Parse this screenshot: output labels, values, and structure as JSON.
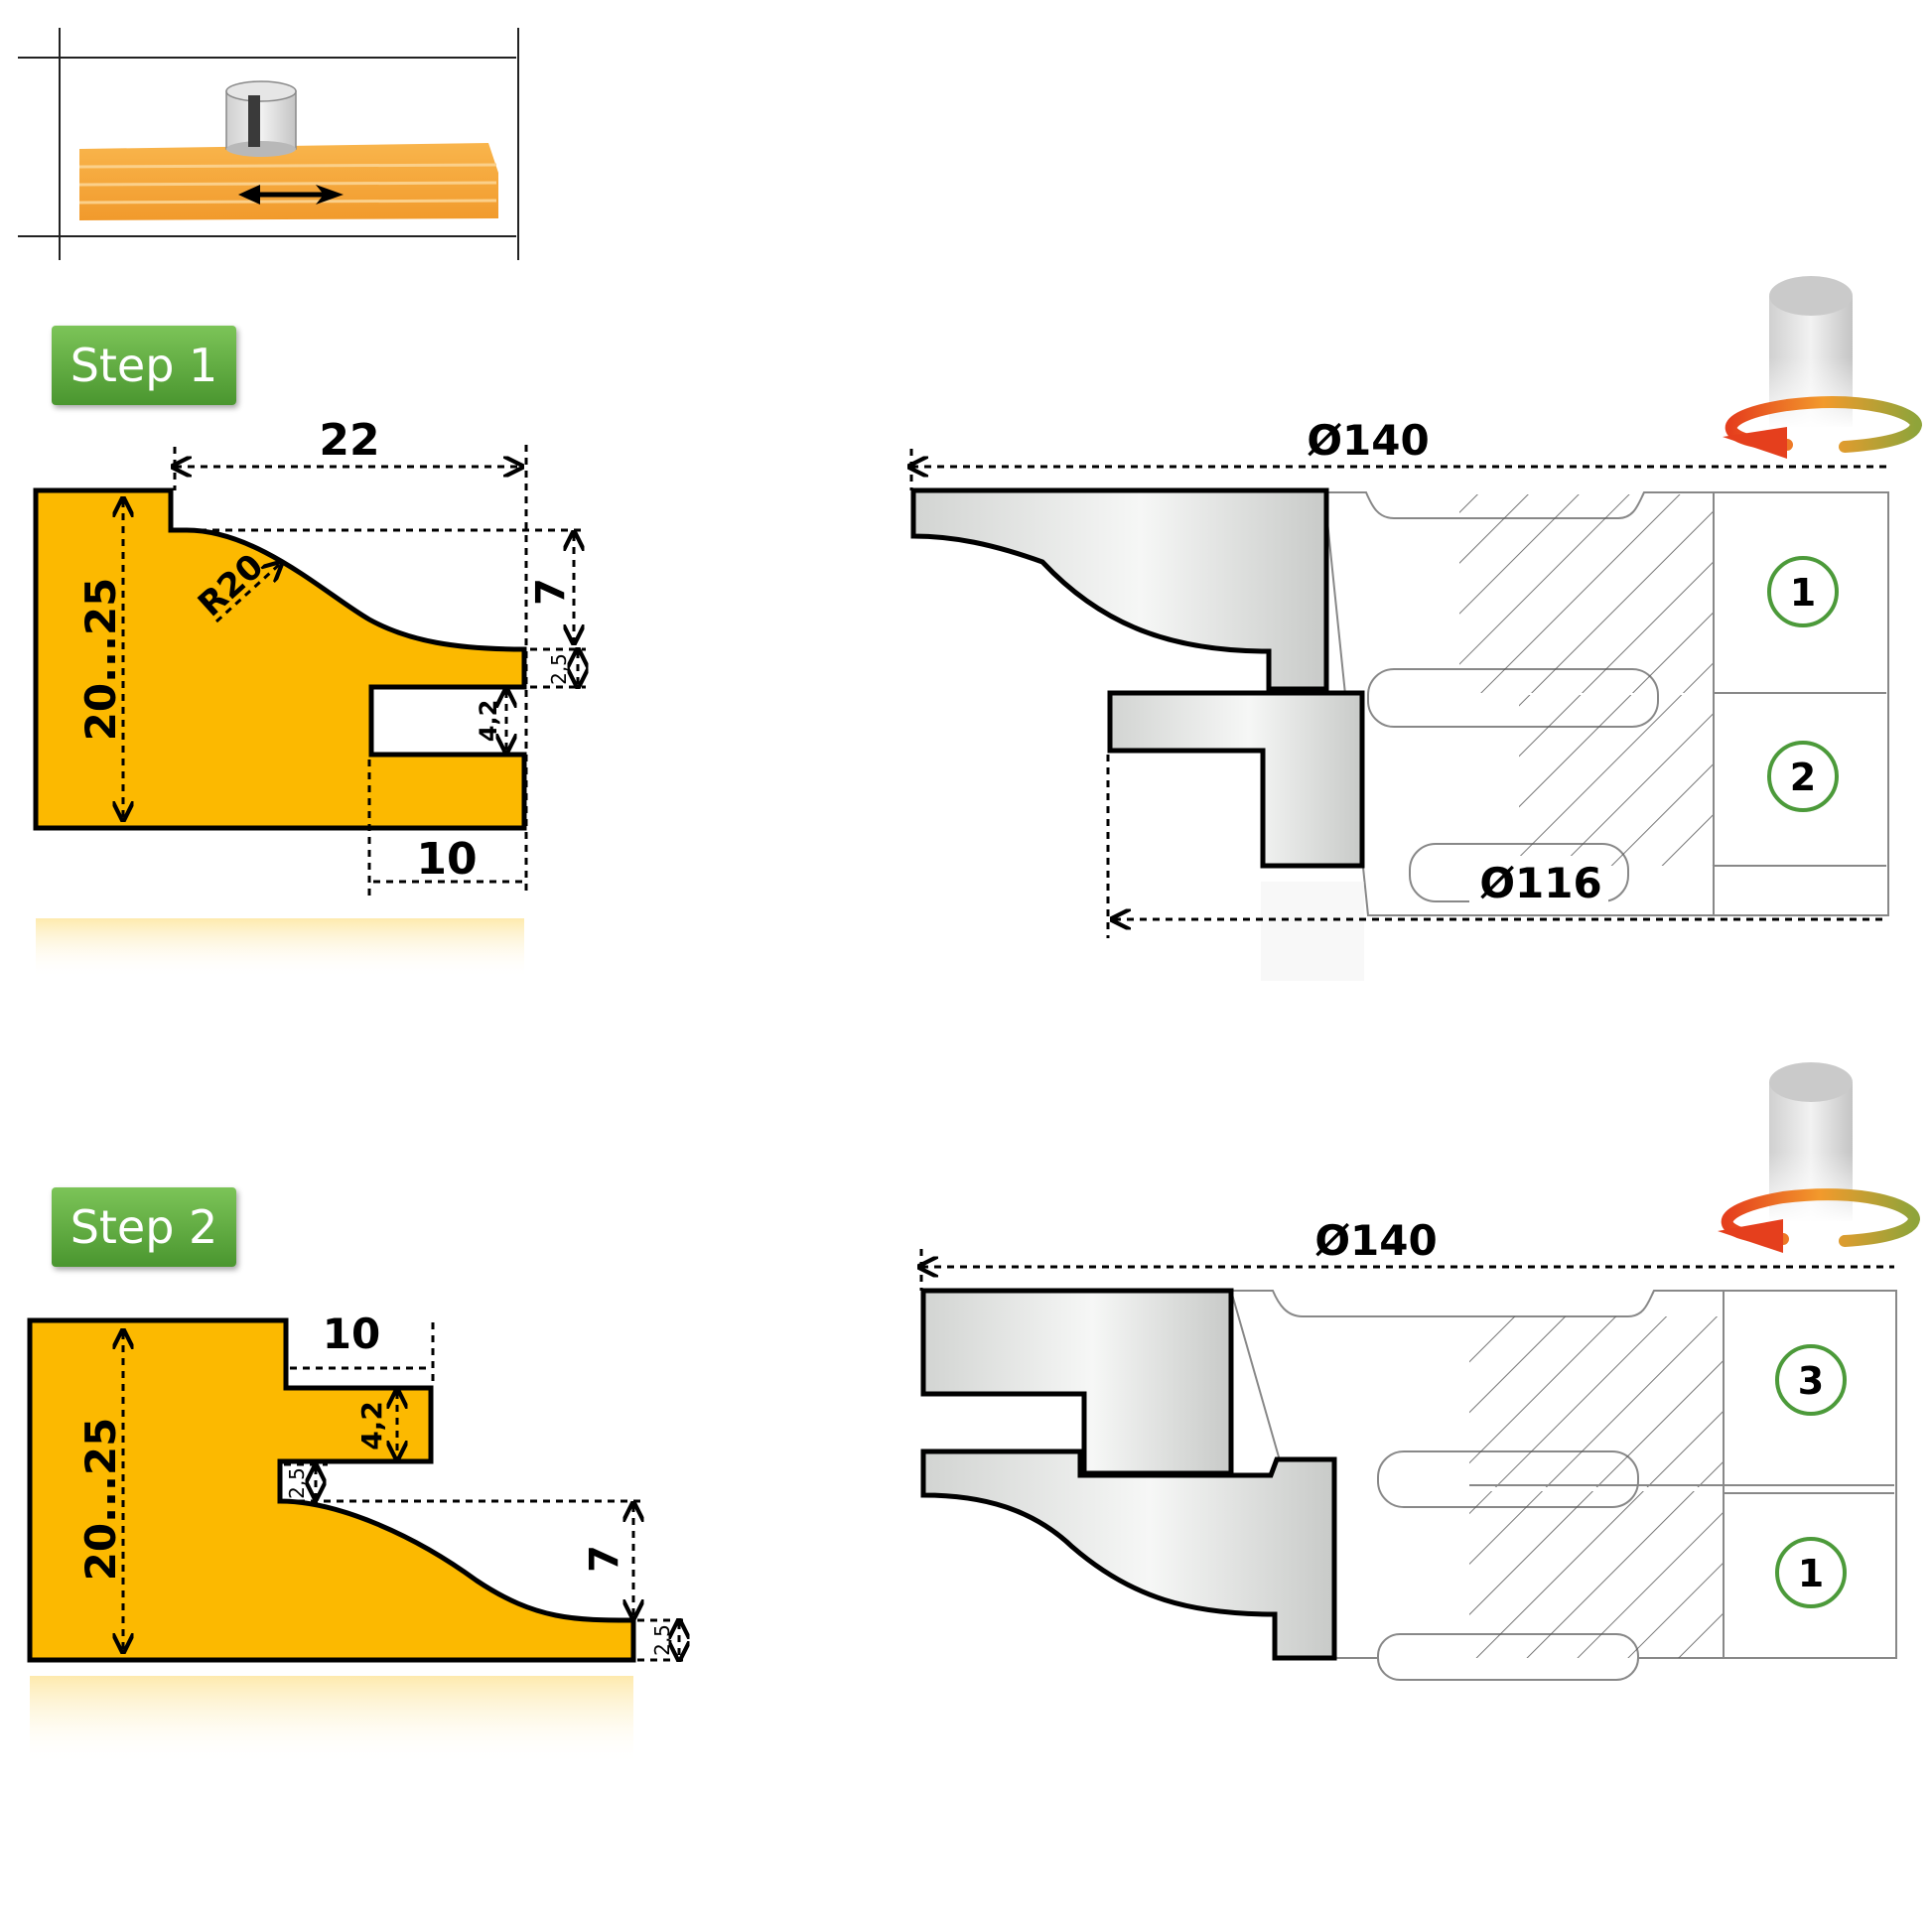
{
  "steps": [
    {
      "label": "Step 1",
      "profile": {
        "width": "22",
        "height": "20...25",
        "radius": "R20",
        "depth": "7",
        "lip": "2,5",
        "groove_height": "4,2",
        "groove_width": "10"
      },
      "cutter": {
        "outer_diameter": "Ø140",
        "inner_diameter": "Ø116",
        "knives": [
          "1",
          "2"
        ]
      }
    },
    {
      "label": "Step 2",
      "profile": {
        "height": "20...25",
        "groove_width": "10",
        "groove_height": "4,2",
        "lip": "2,5",
        "depth": "7"
      },
      "cutter": {
        "outer_diameter": "Ø140",
        "knives": [
          "3",
          "1"
        ]
      }
    }
  ],
  "colors": {
    "workpiece": "#fcb900",
    "badge": "#5aa83a",
    "knife_number_ring": "#4c9a3a",
    "wood": "#f6a53a",
    "rotation_arrow": "#e8501f"
  },
  "icons": {
    "feed_direction": "arrow-left-icon",
    "rotation": "rotation-arrow-icon",
    "spindle": "spindle-icon"
  }
}
